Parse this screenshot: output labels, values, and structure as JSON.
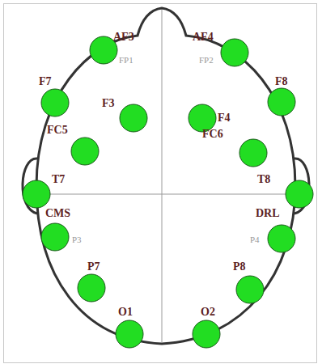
{
  "diagram": {
    "labels": [
      "AF3",
      "AF4",
      "FP1",
      "FP2",
      "F7",
      "F8",
      "F3",
      "F4",
      "FC5",
      "FC6",
      "T7",
      "T8",
      "CMS",
      "DRL",
      "P3",
      "P4",
      "P7",
      "P8",
      "O1",
      "O2"
    ]
  }
}
